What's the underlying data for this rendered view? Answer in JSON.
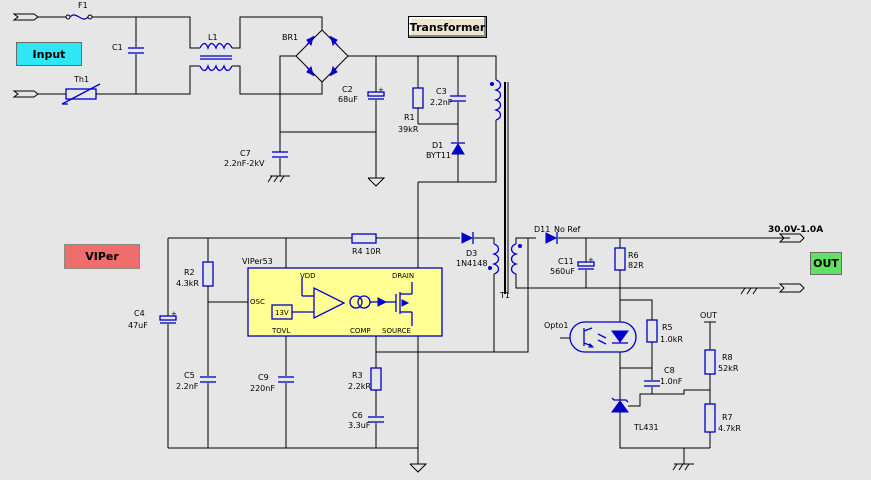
{
  "buttons": {
    "input": "Input",
    "transformer": "Transformer",
    "viper": "VIPer",
    "out": "OUT"
  },
  "labels": {
    "F1": "F1",
    "C1": "C1",
    "Th1": "Th1",
    "L1": "L1",
    "BR1": "BR1",
    "C2": "C2",
    "C2v": "68uF",
    "C7": "C7",
    "C7v": "2.2nF-2kV",
    "R1": "R1",
    "R1v": "39kR",
    "C3": "C3",
    "C3v": "2.2nF",
    "D1": "D1",
    "D1v": "BYT11",
    "R4": "R4 10R",
    "D3": "D3",
    "D3v": "1N4148",
    "T1": "T1",
    "D11": "D11",
    "D11v": "No Ref",
    "C11": "C11",
    "C11v": "560uF",
    "R6": "R6",
    "R6v": "82R",
    "vout": "30.0V-1.0A",
    "R2": "R2",
    "R2v": "4.3kR",
    "C4": "C4",
    "C4v": "47uF",
    "C5": "C5",
    "C5v": "2.2nF",
    "ic_name": "VIPer53",
    "vdd": "VDD",
    "drain": "DRAIN",
    "osc": "OSC",
    "v13": "13V",
    "tovl": "TOVL",
    "comp": "COMP",
    "source": "SOURCE",
    "C9": "C9",
    "C9v": "220nF",
    "R3": "R3",
    "R3v": "2.2kR",
    "C6": "C6",
    "C6v": "3.3uF",
    "opto": "Opto1",
    "R5": "R5",
    "R5v": "1.0kR",
    "C8": "C8",
    "C8v": "1.0nF",
    "TL431": "TL431",
    "OUTlbl": "OUT",
    "R8": "R8",
    "R8v": "52kR",
    "R7": "R7",
    "R7v": "4.7kR"
  }
}
